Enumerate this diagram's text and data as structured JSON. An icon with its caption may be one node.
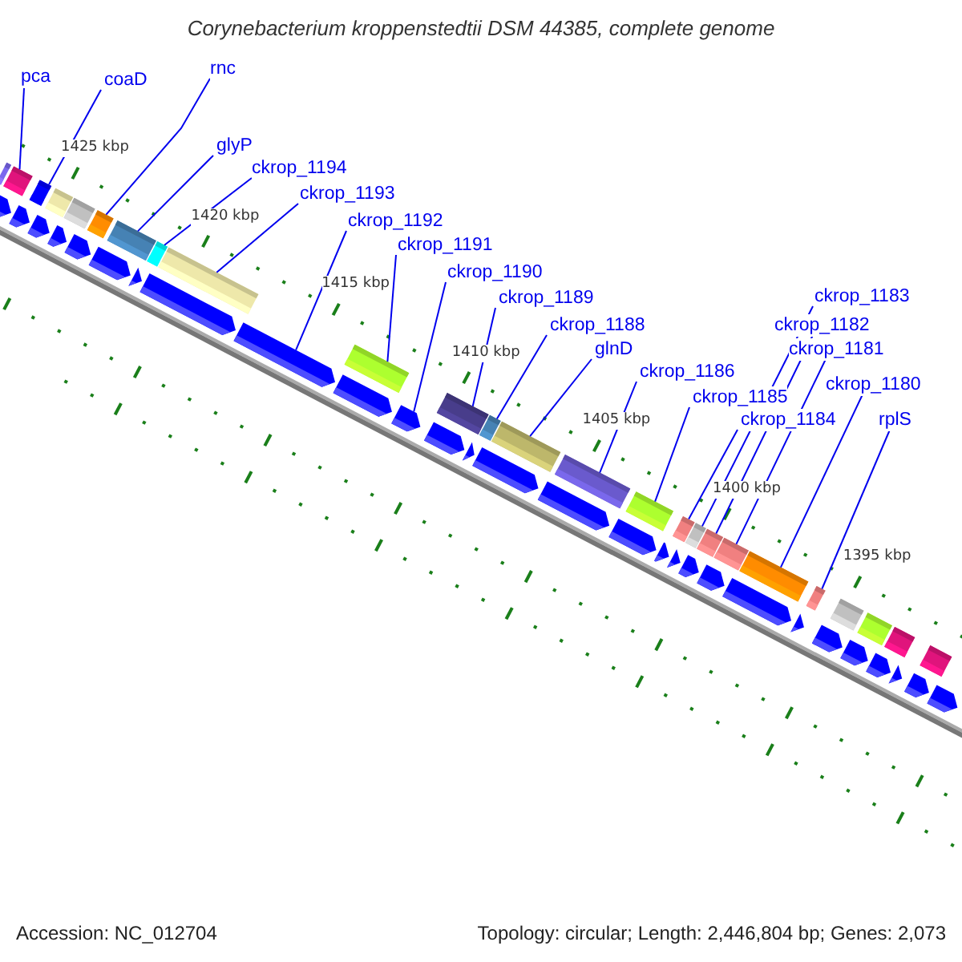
{
  "diagram": {
    "title": "Corynebacterium kroppenstedtii DSM 44385, complete genome",
    "nodes": [
      {
        "text": [
          "pca"
        ]
      },
      {
        "text": [
          "coaD"
        ]
      },
      {
        "text": [
          "rnc"
        ]
      },
      {
        "text": [
          "glyP"
        ]
      },
      {
        "text": [
          "ckrop_1194"
        ]
      },
      {
        "text": [
          "ckrop_1193"
        ]
      },
      {
        "text": [
          "ckrop_1192"
        ]
      },
      {
        "text": [
          "ckrop_1191"
        ]
      },
      {
        "text": [
          "ckrop_1190"
        ]
      },
      {
        "text": [
          "ckrop_1189"
        ]
      },
      {
        "text": [
          "ckrop_1188"
        ]
      },
      {
        "text": [
          "glnD"
        ]
      },
      {
        "text": [
          "ckrop_1186"
        ]
      },
      {
        "text": [
          "ckrop_1185"
        ]
      },
      {
        "text": [
          "ckrop_1183"
        ]
      },
      {
        "text": [
          "ckrop_1182"
        ]
      },
      {
        "text": [
          "ckrop_1181"
        ]
      },
      {
        "text": [
          "ckrop_1184"
        ]
      },
      {
        "text": [
          "ckrop_1180"
        ]
      },
      {
        "text": [
          "rplS"
        ]
      },
      {
        "text": [],
        "shape": "box"
      },
      {
        "text": [],
        "shape": "box"
      },
      {
        "text": [],
        "shape": "box"
      },
      {
        "text": [],
        "shape": "box"
      },
      {
        "text": [],
        "shape": "box"
      },
      {
        "text": [],
        "shape": "box"
      },
      {
        "text": [],
        "shape": "box"
      },
      {
        "text": [],
        "shape": "box"
      },
      {
        "text": [],
        "shape": "box"
      },
      {
        "text": [],
        "shape": "box"
      },
      {
        "text": [],
        "shape": "box"
      },
      {
        "text": [],
        "shape": "box"
      },
      {
        "text": [],
        "shape": "box"
      },
      {
        "text": [],
        "shape": "box"
      },
      {
        "text": [],
        "shape": "box"
      },
      {
        "text": [],
        "shape": "box"
      },
      {
        "text": [],
        "shape": "box"
      },
      {
        "text": [],
        "shape": "box"
      },
      {
        "text": [],
        "shape": "box"
      },
      {
        "text": [],
        "shape": "box"
      },
      {
        "text": [],
        "shape": "box"
      },
      {
        "text": [],
        "shape": "box"
      },
      {
        "text": [],
        "shape": "box"
      },
      {
        "text": [],
        "shape": "box"
      },
      {
        "text": [],
        "shape": "box"
      },
      {
        "text": [],
        "shape": "arrow"
      },
      {
        "text": [],
        "shape": "arrow"
      },
      {
        "text": [],
        "shape": "arrow"
      },
      {
        "text": [],
        "shape": "arrow"
      },
      {
        "text": [],
        "shape": "arrow"
      },
      {
        "text": [],
        "shape": "arrow"
      },
      {
        "text": [],
        "shape": "arrow"
      },
      {
        "text": [],
        "shape": "arrow"
      },
      {
        "text": [],
        "shape": "arrow"
      },
      {
        "text": [],
        "shape": "arrow"
      },
      {
        "text": [],
        "shape": "arrow"
      },
      {
        "text": [],
        "shape": "arrow"
      },
      {
        "text": [],
        "shape": "arrow"
      },
      {
        "text": [],
        "shape": "arrow"
      },
      {
        "text": [],
        "shape": "arrow"
      },
      {
        "text": [],
        "shape": "arrow"
      },
      {
        "text": [],
        "shape": "arrow"
      },
      {
        "text": [],
        "shape": "arrow"
      },
      {
        "text": [],
        "shape": "arrow"
      },
      {
        "text": [],
        "shape": "arrow"
      },
      {
        "text": [],
        "shape": "arrow"
      },
      {
        "text": [],
        "shape": "arrow"
      },
      {
        "text": [],
        "shape": "arrow"
      },
      {
        "text": [],
        "shape": "arrow"
      },
      {
        "text": [],
        "shape": "arrow"
      },
      {
        "text": [],
        "shape": "arrow"
      },
      {
        "text": [],
        "shape": "arrow"
      },
      {
        "text": [],
        "shape": "arrow"
      }
    ],
    "edges": [
      {
        "from": 0,
        "to": 21,
        "arrow": "none"
      },
      {
        "from": 1,
        "to": 22,
        "arrow": "none"
      },
      {
        "from": 2,
        "to": 25,
        "arrow": "none"
      },
      {
        "from": 3,
        "to": 26,
        "arrow": "none"
      },
      {
        "from": 4,
        "to": 27,
        "arrow": "none"
      },
      {
        "from": 5,
        "to": 28,
        "arrow": "none"
      },
      {
        "from": 6,
        "to": 53,
        "arrow": "none"
      },
      {
        "from": 7,
        "to": 29,
        "arrow": "none"
      },
      {
        "from": 8,
        "to": 55,
        "arrow": "none"
      },
      {
        "from": 9,
        "to": 30,
        "arrow": "none"
      },
      {
        "from": 10,
        "to": 31,
        "arrow": "none"
      },
      {
        "from": 11,
        "to": 32,
        "arrow": "none"
      },
      {
        "from": 12,
        "to": 33,
        "arrow": "none"
      },
      {
        "from": 13,
        "to": 34,
        "arrow": "none"
      },
      {
        "from": 14,
        "to": 36,
        "arrow": "none"
      },
      {
        "from": 15,
        "to": 37,
        "arrow": "none"
      },
      {
        "from": 16,
        "to": 38,
        "arrow": "none"
      },
      {
        "from": 17,
        "to": 35,
        "arrow": "none"
      },
      {
        "from": 18,
        "to": 39,
        "arrow": "none"
      },
      {
        "from": 19,
        "to": 40,
        "arrow": "none"
      }
    ],
    "labels": [
      "1425 kbp",
      "1420 kbp",
      "1415 kbp",
      "1410 kbp",
      "1405 kbp",
      "1400 kbp",
      "1395 kbp",
      "Accession: NC_012704",
      "Topology: circular; Length: 2,446,804 bp; Genes: 2,073"
    ]
  }
}
